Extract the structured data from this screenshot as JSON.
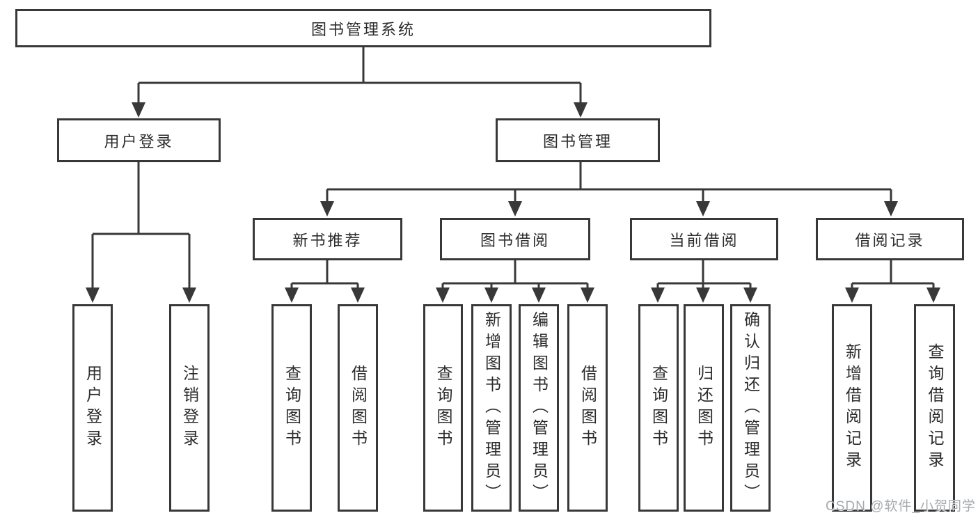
{
  "tree": {
    "label": "图书管理系统",
    "children": [
      {
        "label": "用户登录",
        "children": [
          {
            "label": "用户登录"
          },
          {
            "label": "注销登录"
          }
        ]
      },
      {
        "label": "图书管理",
        "children": [
          {
            "label": "新书推荐",
            "children": [
              {
                "label": "查询图书"
              },
              {
                "label": "借阅图书"
              }
            ]
          },
          {
            "label": "图书借阅",
            "children": [
              {
                "label": "查询图书"
              },
              {
                "label": "新增图书（管理员）"
              },
              {
                "label": "编辑图书（管理员）"
              },
              {
                "label": "借阅图书"
              }
            ]
          },
          {
            "label": "当前借阅",
            "children": [
              {
                "label": "查询图书"
              },
              {
                "label": "归还图书"
              },
              {
                "label": "确认归还（管理员）"
              }
            ]
          },
          {
            "label": "借阅记录",
            "children": [
              {
                "label": "新增借阅记录"
              },
              {
                "label": "查询借阅记录"
              }
            ]
          }
        ]
      }
    ]
  },
  "watermark": "CSDN @软件_小贺同学",
  "colors": {
    "line": "#333333",
    "text": "#2b2b2b",
    "watermark": "#a6aaae",
    "background": "#ffffff"
  }
}
